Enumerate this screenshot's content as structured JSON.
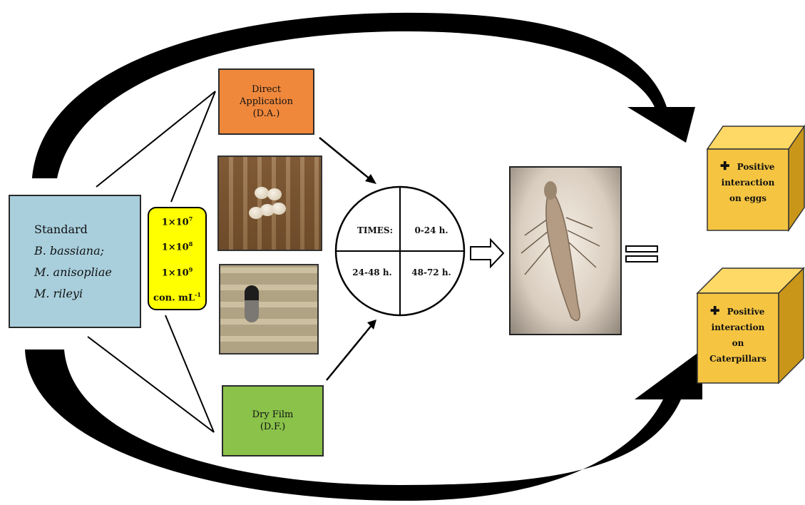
{
  "standard": {
    "title": "Standard",
    "fungi": [
      "B. bassiana;",
      "M. anisopliae",
      "M. rileyi"
    ]
  },
  "concentrations": [
    {
      "base": "1×10",
      "exp": "7"
    },
    {
      "base": "1×10",
      "exp": "8"
    },
    {
      "base": "1×10",
      "exp": "9"
    },
    {
      "base": "con. mL",
      "exp": "-1"
    }
  ],
  "methods": {
    "direct": [
      "Direct",
      "Application",
      "(D.A.)"
    ],
    "dry_film": [
      "Dry Film",
      "(D.F.)"
    ]
  },
  "times": {
    "label": "TIMES:",
    "slots": [
      "0-24 h.",
      "24-48 h.",
      "48-72 h."
    ]
  },
  "results": [
    {
      "lines": [
        "Positive",
        "interaction",
        "on eggs"
      ]
    },
    {
      "lines": [
        "Positive",
        "interaction",
        "on",
        "Caterpillars"
      ]
    }
  ],
  "colors": {
    "standard": "#a9cfdd",
    "concentration": "#ffff00",
    "direct": "#f0883c",
    "dry_film": "#8ac24a",
    "cube": "#f5c542"
  }
}
